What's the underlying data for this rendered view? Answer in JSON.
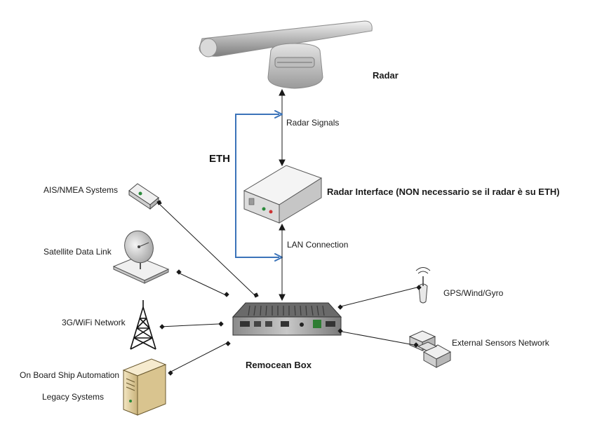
{
  "labels": {
    "radar": "Radar",
    "radar_signals": "Radar Signals",
    "eth": "ETH",
    "radar_interface": "Radar Interface (NON necessario se il radar è su ETH)",
    "lan_connection": "LAN Connection",
    "ais_nmea": "AIS/NMEA Systems",
    "satellite": "Satellite Data Link",
    "network_3g": "3G/WiFi Network",
    "automation_line1": "On Board Ship Automation",
    "automation_line2": "Legacy Systems",
    "remocean_box": "Remocean Box",
    "gps": "GPS/Wind/Gyro",
    "external_sensors": "External Sensors Network"
  },
  "colors": {
    "eth_line": "#3b73b9",
    "connector": "#1a1a1a",
    "device_body": "#e8e8e8"
  },
  "icons": [
    "radar-antenna-icon",
    "radar-interface-icon",
    "ais-device-icon",
    "satellite-dish-icon",
    "antenna-tower-icon",
    "server-icon",
    "remocean-box-icon",
    "gps-antenna-icon",
    "external-sensors-icon"
  ]
}
